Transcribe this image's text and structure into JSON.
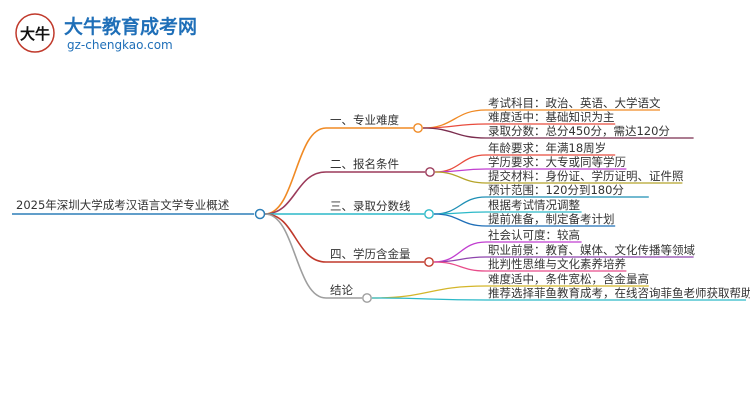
{
  "logo": {
    "title": "大牛教育成考网",
    "url": "gz-chengkao.com",
    "mark_text": "大牛"
  },
  "root": "2025年深圳大学成考汉语言文学专业概述",
  "branches": [
    {
      "label": "一、专业难度",
      "color": "#f08a24",
      "leaves": [
        {
          "text": "考试科目：政治、英语、大学语文",
          "color": "#f08a24"
        },
        {
          "text": "难度适中：基础知识为主",
          "color": "#e84c3d"
        },
        {
          "text": "录取分数：总分450分，需达120分",
          "color": "#7b2d4f"
        }
      ]
    },
    {
      "label": "二、报名条件",
      "color": "#9b3a5a",
      "leaves": [
        {
          "text": "年龄要求：年满18周岁",
          "color": "#e84c3d"
        },
        {
          "text": "学历要求：大专或同等学历",
          "color": "#c13fd0"
        },
        {
          "text": "提交材料：身份证、学历证明、证件照",
          "color": "#b5a42a"
        }
      ]
    },
    {
      "label": "三、录取分数线",
      "color": "#2cb9c8",
      "leaves": [
        {
          "text": "预计范围：120分到180分",
          "color": "#1f8fb5"
        },
        {
          "text": "根据考试情况调整",
          "color": "#2cb9c8"
        },
        {
          "text": "提前准备，制定备考计划",
          "color": "#1f6fb8"
        }
      ]
    },
    {
      "label": "四、学历含金量",
      "color": "#c0392b",
      "leaves": [
        {
          "text": "社会认可度：较高",
          "color": "#c13fd0"
        },
        {
          "text": "职业前景：教育、媒体、文化传播等领域",
          "color": "#8e44ad"
        },
        {
          "text": "批判性思维与文化素养培养",
          "color": "#e84c8a"
        }
      ]
    },
    {
      "label": "结论",
      "color": "#9e9e9e",
      "leaves": [
        {
          "text": "难度适中，条件宽松，含金量高",
          "color": "#d4b62a"
        },
        {
          "text": "推荐选择菲鱼教育成考，在线咨询菲鱼老师获取帮助",
          "color": "#2cb9c8"
        }
      ]
    }
  ]
}
